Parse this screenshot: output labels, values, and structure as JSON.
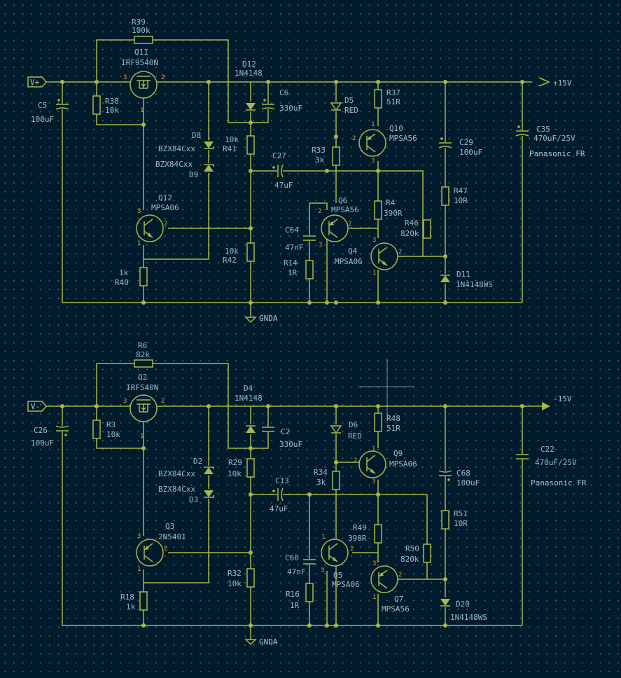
{
  "colors": {
    "background": "#001c2c",
    "wire": "#a8b64a",
    "label": "#9fb8c8",
    "pin": "#d8a23a",
    "grid": "#4a6272"
  },
  "circuits": {
    "top": {
      "input_label": "V+",
      "rail_label": "+15V",
      "gnd_label": "GNDA",
      "note": "Panasonic FR",
      "parts": {
        "r39": {
          "ref": "R39",
          "val": "100k"
        },
        "q11": {
          "ref": "Q11",
          "val": "IRF9540N"
        },
        "d12": {
          "ref": "D12",
          "val": "1N4148"
        },
        "c5": {
          "ref": "C5",
          "val": "100uF"
        },
        "r38": {
          "ref": "R38",
          "val": "10k"
        },
        "c6": {
          "ref": "C6",
          "val": "330uF"
        },
        "d5": {
          "ref": "D5",
          "val": "RED"
        },
        "r37": {
          "ref": "R37",
          "val": "51R"
        },
        "q10": {
          "ref": "Q10",
          "val": "MPSA56"
        },
        "d8": {
          "ref": "D8",
          "val": "BZX84Cxx"
        },
        "d9": {
          "ref": "D9",
          "val": "BZX84Cxx"
        },
        "r41": {
          "ref": "R41",
          "val": "10k"
        },
        "r33": {
          "ref": "R33",
          "val": "3k"
        },
        "c27": {
          "ref": "C27",
          "val": "47uF"
        },
        "c29": {
          "ref": "C29",
          "val": "100uF"
        },
        "c35": {
          "ref": "C35",
          "val": "470uF/25V"
        },
        "q12": {
          "ref": "Q12",
          "val": "MPSA06"
        },
        "q6": {
          "ref": "Q6",
          "val": "MPSA56"
        },
        "r4": {
          "ref": "R4",
          "val": "390R"
        },
        "r47": {
          "ref": "R47",
          "val": "10R"
        },
        "c64": {
          "ref": "C64",
          "val": "47nF"
        },
        "r46": {
          "ref": "R46",
          "val": "820k"
        },
        "q4": {
          "ref": "Q4",
          "val": "MPSA06"
        },
        "r42": {
          "ref": "R42",
          "val": "10k"
        },
        "r14": {
          "ref": "R14",
          "val": "1R"
        },
        "r40": {
          "ref": "R40",
          "val": "1k"
        },
        "d11": {
          "ref": "D11",
          "val": "1N4148WS"
        }
      }
    },
    "bottom": {
      "input_label": "V-",
      "rail_label": "-15V",
      "gnd_label": "GNDA",
      "note": "Panasonic FR",
      "parts": {
        "r6": {
          "ref": "R6",
          "val": "82k"
        },
        "q2": {
          "ref": "Q2",
          "val": "IRF540N"
        },
        "d4": {
          "ref": "D4",
          "val": "1N4148"
        },
        "c26": {
          "ref": "C26",
          "val": "100uF"
        },
        "r3": {
          "ref": "R3",
          "val": "10k"
        },
        "c2": {
          "ref": "C2",
          "val": "330uF"
        },
        "d6": {
          "ref": "D6",
          "val": "RED"
        },
        "r48": {
          "ref": "R48",
          "val": "51R"
        },
        "q9": {
          "ref": "Q9",
          "val": "MPSA06"
        },
        "d2": {
          "ref": "D2",
          "val": "BZX84Cxx"
        },
        "d3": {
          "ref": "D3",
          "val": "BZX84Cxx"
        },
        "r29": {
          "ref": "R29",
          "val": "10k"
        },
        "r34": {
          "ref": "R34",
          "val": "3k"
        },
        "c13": {
          "ref": "C13",
          "val": "47uF"
        },
        "c68": {
          "ref": "C68",
          "val": "100uF"
        },
        "c22": {
          "ref": "C22",
          "val": "470uF/25V"
        },
        "r51": {
          "ref": "R51",
          "val": "10R"
        },
        "q3": {
          "ref": "Q3",
          "val": "2N5401"
        },
        "r49": {
          "ref": "R49",
          "val": "390R"
        },
        "c66": {
          "ref": "C66",
          "val": "47nF"
        },
        "r50": {
          "ref": "R50",
          "val": "820k"
        },
        "q5": {
          "ref": "Q5",
          "val": "MPSA06"
        },
        "q7": {
          "ref": "Q7",
          "val": "MPSA56"
        },
        "r32": {
          "ref": "R32",
          "val": "10k"
        },
        "r16": {
          "ref": "R16",
          "val": "1R"
        },
        "r18": {
          "ref": "R18",
          "val": "1k"
        },
        "d20": {
          "ref": "D20",
          "val": "1N4148WS"
        }
      }
    }
  }
}
